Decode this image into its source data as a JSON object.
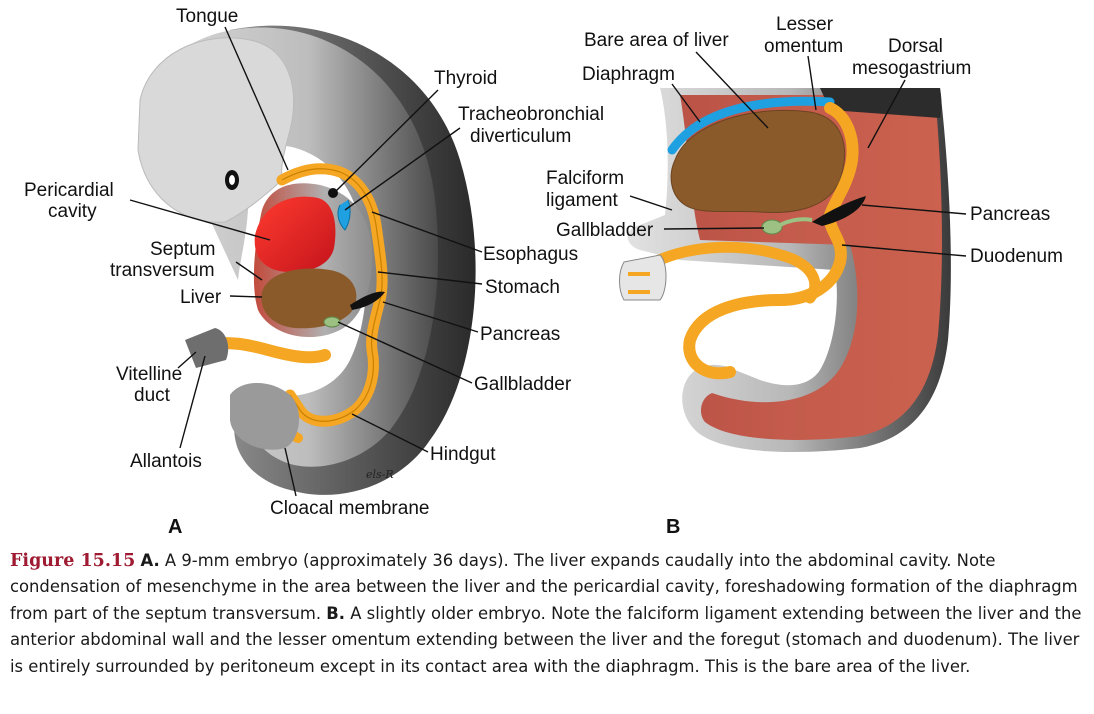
{
  "panel_a": {
    "letter": "A",
    "labels": {
      "tongue": "Tongue",
      "thyroid": "Thyroid",
      "tracheo_line1": "Tracheobronchial",
      "tracheo_line2": "diverticulum",
      "pericardial_line1": "Pericardial",
      "pericardial_line2": "cavity",
      "septum_line1": "Septum",
      "septum_line2": "transversum",
      "liver": "Liver",
      "esophagus": "Esophagus",
      "stomach": "Stomach",
      "pancreas": "Pancreas",
      "vitelline_line1": "Vitelline",
      "vitelline_line2": "duct",
      "gallbladder": "Gallbladder",
      "allantois": "Allantois",
      "hindgut": "Hindgut",
      "cloacal": "Cloacal membrane"
    },
    "signature": "els-R"
  },
  "panel_b": {
    "letter": "B",
    "labels": {
      "lesser_line1": "Lesser",
      "lesser_line2": "omentum",
      "bare_area": "Bare area of liver",
      "dorsal_line1": "Dorsal",
      "dorsal_line2": "mesogastrium",
      "diaphragm": "Diaphragm",
      "falciform_line1": "Falciform",
      "falciform_line2": "ligament",
      "gallbladder": "Gallbladder",
      "pancreas": "Pancreas",
      "duodenum": "Duodenum"
    }
  },
  "caption": {
    "figure_number": "Figure 15.15",
    "a_letter": "A.",
    "a_text": " A 9-mm embryo (approximately 36 days). The liver expands caudally into the abdominal cavity. Note condensation of mesenchyme in the area between the liver and the pericardial cavity, foreshadowing formation of the diaphragm from part of the septum transversum. ",
    "b_letter": "B.",
    "b_text": " A slightly older embryo. Note the falciform ligament extending between the liver and the anterior abdominal wall and the lesser omentum extending between the liver and the foregut (stomach and duodenum). The liver is entirely surrounded by peritoneum except in its contact area with the diaphragm. This is the bare area of the liver."
  },
  "colors": {
    "gut": "#f5a623",
    "liver": "#8b5a2b",
    "heart": "#e8222b",
    "diaphragm": "#1fa0e0",
    "gallbladder": "#9dc183",
    "mesoderm": "#c0483a",
    "caption_red": "#9e1b32"
  }
}
